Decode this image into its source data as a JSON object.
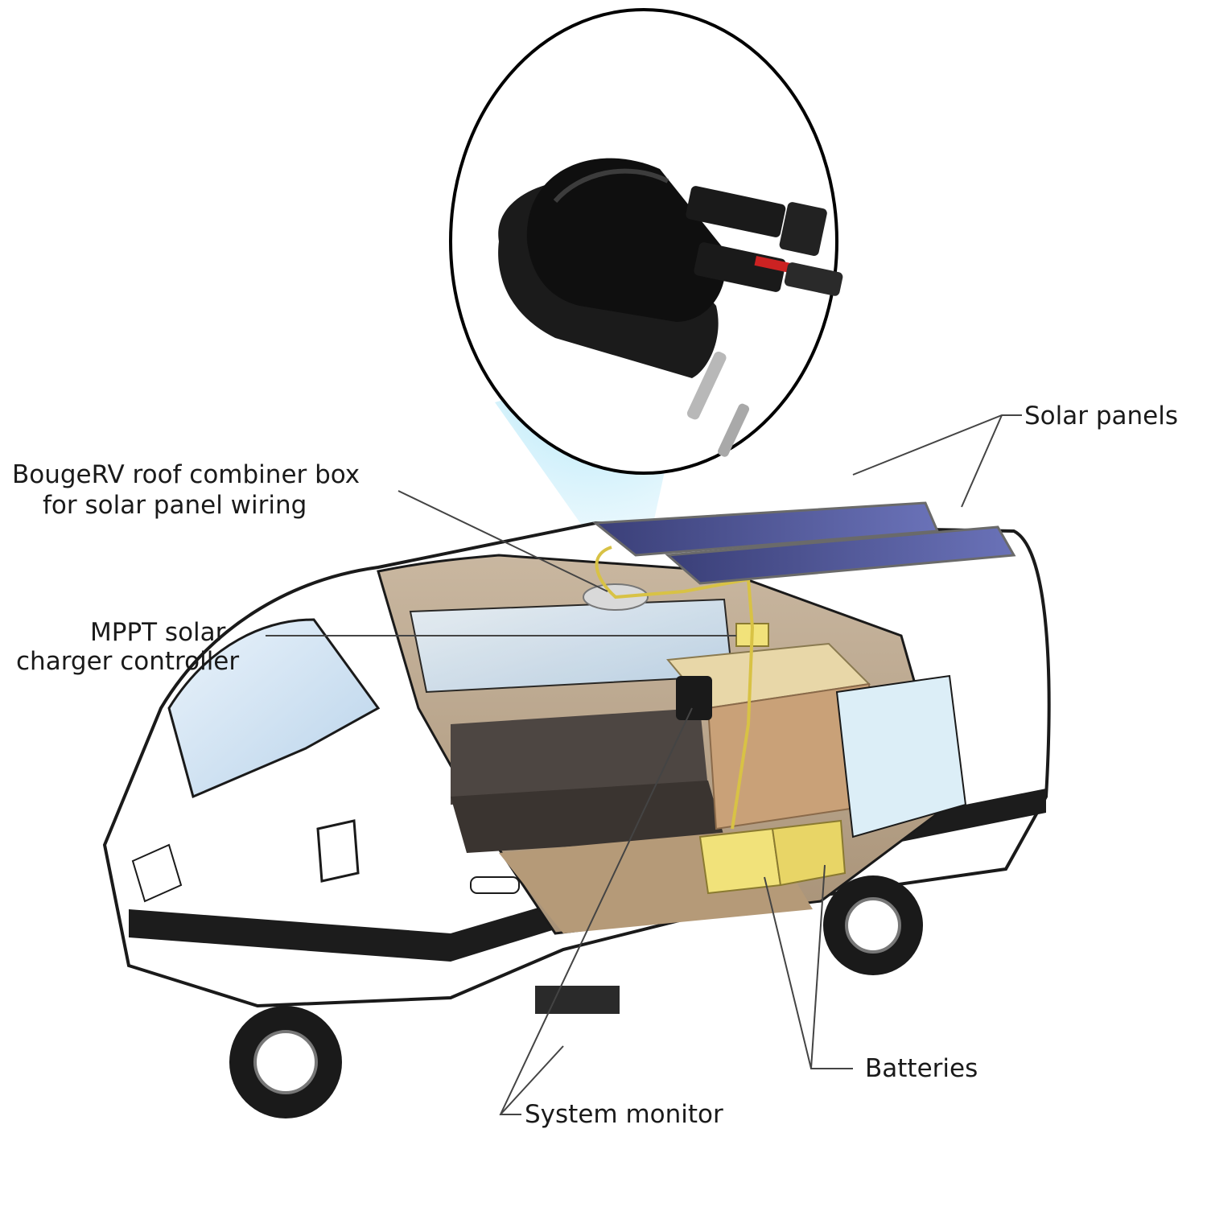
{
  "labels": {
    "combiner_line1": "BougeRV roof combiner box",
    "combiner_line2": "for solar panel wiring",
    "mppt_line1": "MPPT solar",
    "mppt_line2": "charger controller",
    "solar_panels": "Solar panels",
    "batteries": "Batteries",
    "system_monitor": "System monitor"
  }
}
